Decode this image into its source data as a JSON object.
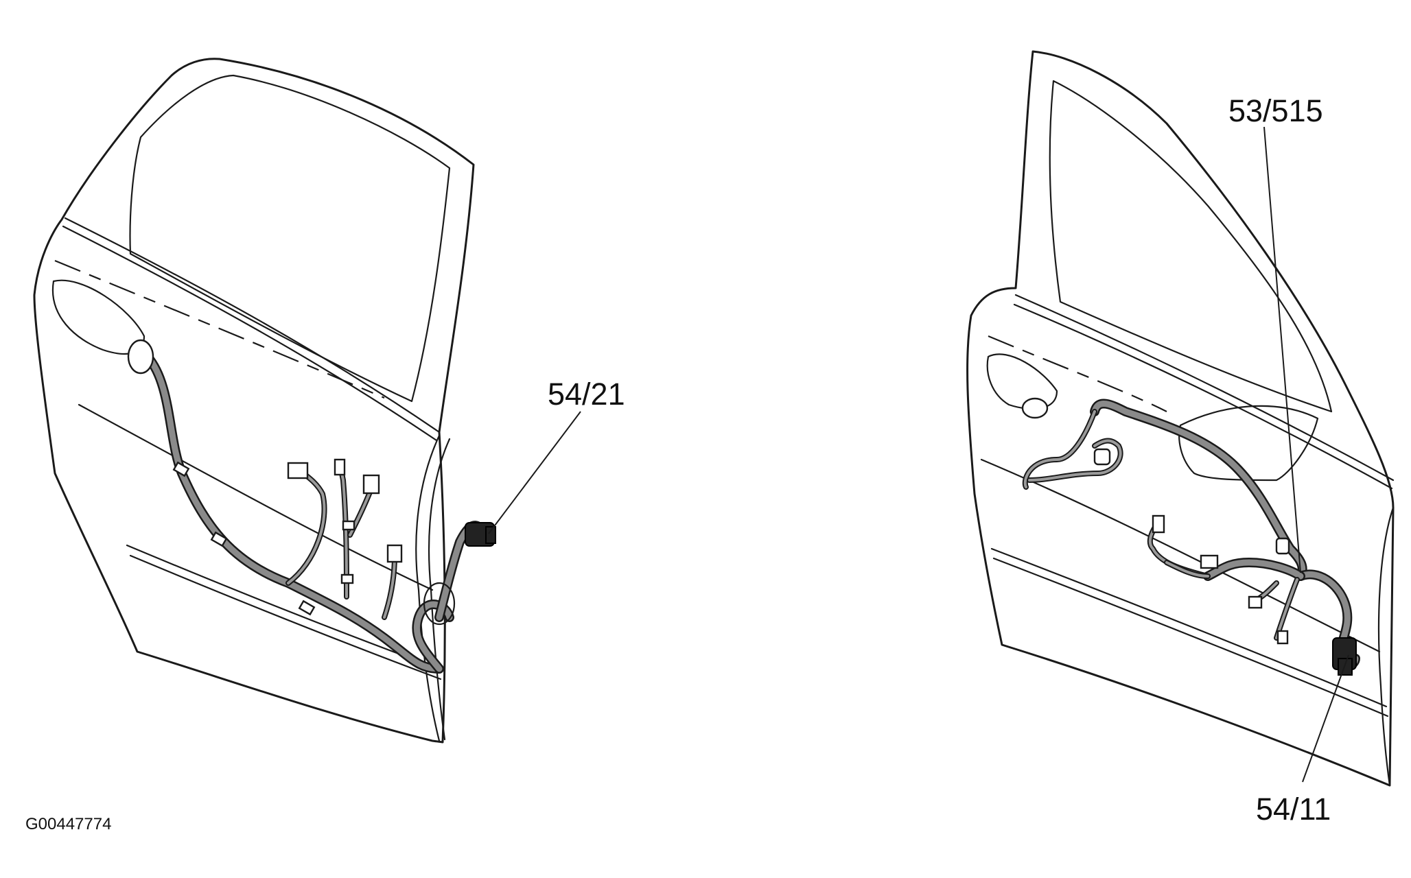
{
  "figure_id": "G00447774",
  "callouts": {
    "rear_door_connector": "54/21",
    "front_door_upper": "53/515",
    "front_door_lower": "54/11"
  },
  "colors": {
    "line": "#1a1a1a",
    "harness_fill": "#8a8a8a",
    "background": "#ffffff"
  }
}
